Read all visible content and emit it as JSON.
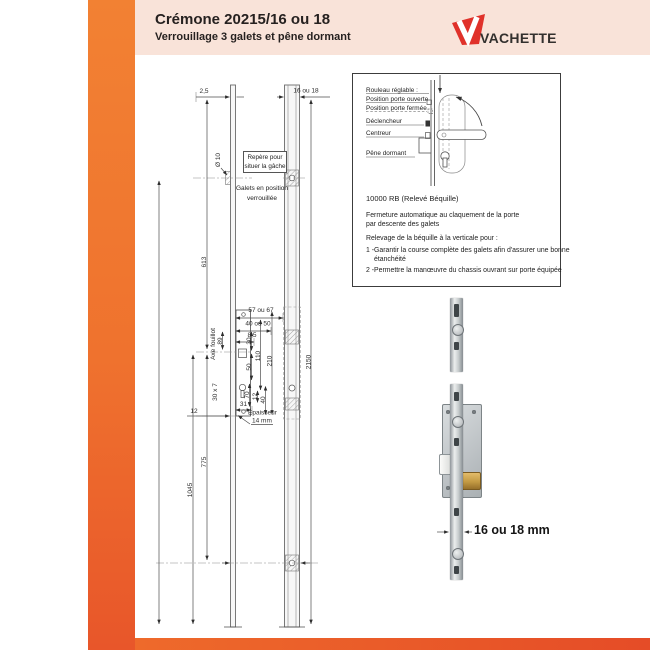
{
  "header": {
    "title": "Crémone 20215/16 ou 18",
    "subtitle": "Verrouillage 3 galets et pêne dormant",
    "logo_text": "VACHETTE"
  },
  "colors": {
    "accent_orange": "#ef722e",
    "accent_red": "#e54c27",
    "header_pink": "#f9e3d9",
    "logo_red": "#e0312a"
  },
  "inset": {
    "callouts": {
      "rouleau": "Rouleau réglable :",
      "ouverte": "Position porte ouverte",
      "fermee": "Position porte fermée",
      "declencheur": "Déclencheur",
      "centreur": "Centreur",
      "pene": "Pêne dormant"
    },
    "model": "10000 RB (Relevé Béquille)",
    "desc_line1": "Fermeture automatique au claquement de la porte",
    "desc_line2": "par descente des galets",
    "heading": "Relevage de la béquille à la verticale pour :",
    "point1_line1": "1 -Garantir la course complète des galets afin d'assurer une bonne",
    "point1_line2": "étanchéité",
    "point2": "2 -Permettre la manœuvre du chassis ouvrant sur porte équipée"
  },
  "drawing": {
    "dims": {
      "thickness": "2,5",
      "width": "16 ou 18",
      "galet_dia": "Ø 10",
      "len_613": "613",
      "axe_fouillot": "Axe fouillot",
      "len_89": "89",
      "section": "30 x 7",
      "off_12": "12",
      "len_775": "775",
      "len_1045": "1045",
      "total_2150": "2150",
      "backset_a": "57 ou 67",
      "backset_b": "40 ou 50",
      "off_85": "8,5",
      "c30": "30",
      "c50": "50",
      "c110": "110",
      "c210": "210",
      "c70": "70",
      "c12": "12",
      "c40": "40",
      "c31": "31",
      "ep_label": "Épaisseur",
      "ep_value": "14 mm"
    },
    "notes": {
      "repere_line1": "Repère pour",
      "repere_line2": "situer la gâche",
      "galets_line1": "Galets en position",
      "galets_line2": "verrouillée"
    }
  },
  "photo": {
    "width_label": "16 ou 18 mm"
  }
}
